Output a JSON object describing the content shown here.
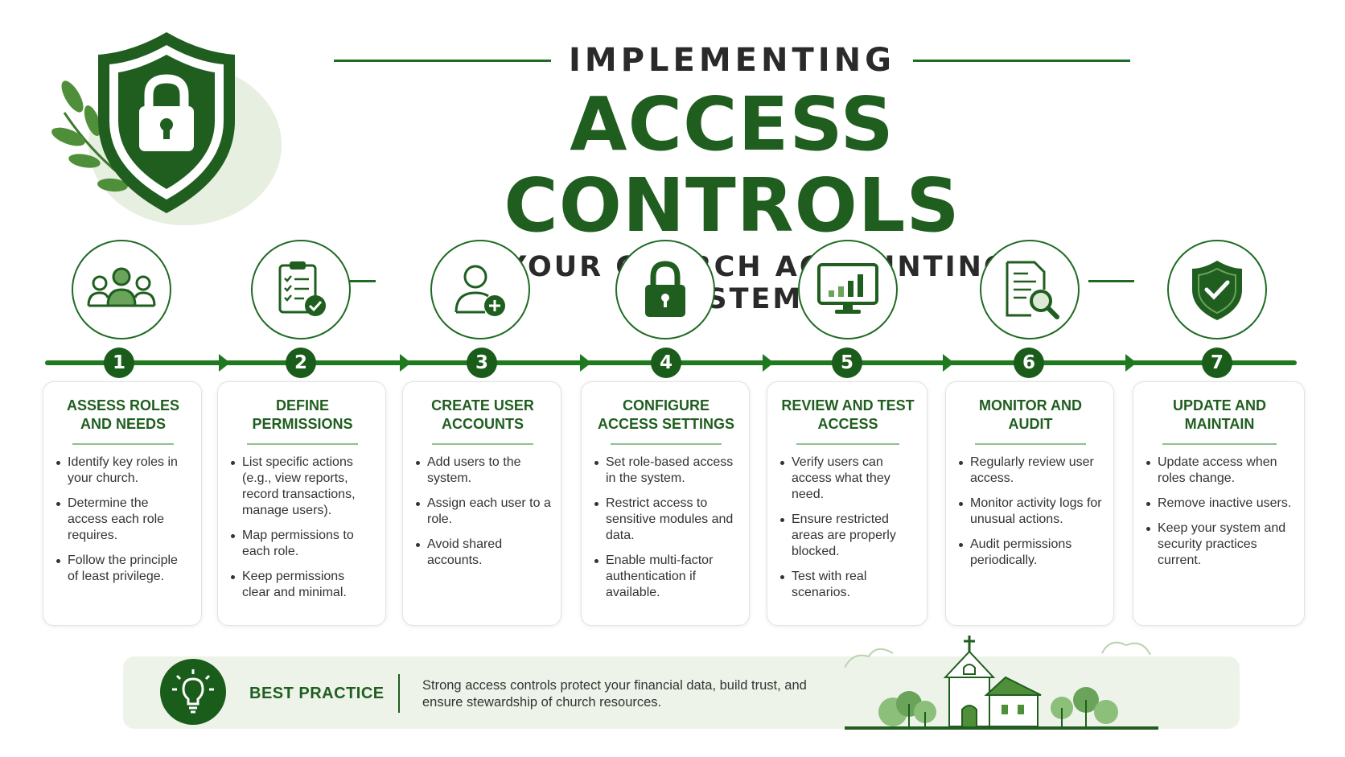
{
  "header": {
    "pre_title": "IMPLEMENTING",
    "title": "ACCESS CONTROLS",
    "subtitle": "IN YOUR CHURCH ACCOUNTING SYSTEM",
    "hero_icon": "shield-lock-icon"
  },
  "colors": {
    "primary": "#1f5e1f",
    "accent": "#1f7a1f",
    "light": "#eef3ea"
  },
  "steps": [
    {
      "number": "1",
      "icon": "users-group-icon",
      "title": "ASSESS ROLES AND NEEDS",
      "bullets": [
        "Identify key roles in your church.",
        "Determine the access each role requires.",
        "Follow the principle of least privilege."
      ]
    },
    {
      "number": "2",
      "icon": "clipboard-check-icon",
      "title": "DEFINE PERMISSIONS",
      "bullets": [
        "List specific actions (e.g., view reports, record transactions, manage users).",
        "Map permissions to each role.",
        "Keep permissions clear and minimal."
      ]
    },
    {
      "number": "3",
      "icon": "add-user-icon",
      "title": "CREATE USER ACCOUNTS",
      "bullets": [
        "Add users to the system.",
        "Assign each user to a role.",
        "Avoid shared accounts."
      ]
    },
    {
      "number": "4",
      "icon": "padlock-icon",
      "title": "CONFIGURE ACCESS SETTINGS",
      "bullets": [
        "Set role-based access in the system.",
        "Restrict access to sensitive modules and data.",
        "Enable multi-factor authentication if available."
      ]
    },
    {
      "number": "5",
      "icon": "monitor-chart-icon",
      "title": "REVIEW AND TEST ACCESS",
      "bullets": [
        "Verify users can access what they need.",
        "Ensure restricted areas are properly blocked.",
        "Test with real scenarios."
      ]
    },
    {
      "number": "6",
      "icon": "document-search-icon",
      "title": "MONITOR AND AUDIT",
      "bullets": [
        "Regularly review user access.",
        "Monitor activity logs for unusual actions.",
        "Audit permissions periodically."
      ]
    },
    {
      "number": "7",
      "icon": "shield-check-icon",
      "title": "UPDATE AND MAINTAIN",
      "bullets": [
        "Update access when roles change.",
        "Remove inactive users.",
        "Keep your system and security practices current."
      ]
    }
  ],
  "best_practice": {
    "label": "BEST PRACTICE",
    "text": "Strong access controls protect your financial data, build trust, and ensure stewardship of church resources.",
    "icon": "lightbulb-icon",
    "illustration": "church-icon"
  }
}
